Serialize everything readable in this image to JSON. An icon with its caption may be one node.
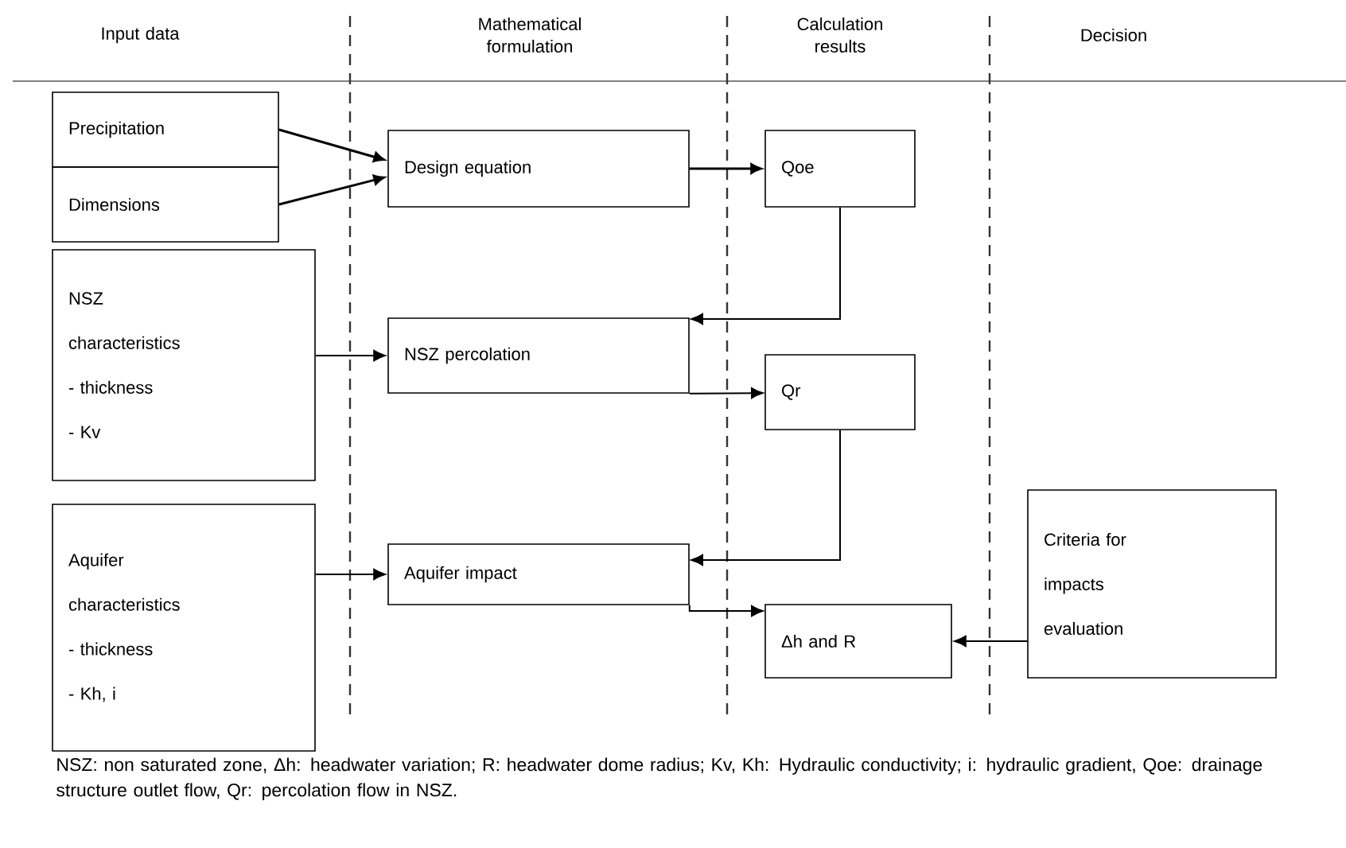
{
  "diagram": {
    "caption": "NSZ: non saturated zone, Δh: headwater variation; R: headwater dome radius; Kv, Kh: Hydraulic conductivity; i: hydraulic gradient, Qoe: drainage structure outlet flow, Qr: percolation flow in NSZ.",
    "nodes": [
      {
        "text": [
          "Precipitation"
        ]
      },
      {
        "text": [
          "Dimensions"
        ]
      },
      {
        "text": [
          "Design equation"
        ]
      },
      {
        "text": [
          "Qoe"
        ]
      },
      {
        "text": [
          "NSZ characteristics",
          "- thickness",
          "- Kv"
        ]
      },
      {
        "text": [
          "NSZ percolation"
        ]
      },
      {
        "text": [
          "Qr"
        ]
      },
      {
        "text": [
          "Aquifer characteristics",
          "- thickness",
          "- Kh, i"
        ]
      },
      {
        "text": [
          "Aquifer impact"
        ]
      },
      {
        "text": [
          "Δh and R"
        ]
      },
      {
        "text": [
          "Criteria for impacts evaluation"
        ]
      }
    ],
    "edges": [
      {
        "from": 0,
        "to": 2,
        "arrow": "to"
      },
      {
        "from": 1,
        "to": 2,
        "arrow": "to"
      },
      {
        "from": 2,
        "to": 3,
        "arrow": "to"
      },
      {
        "from": 3,
        "to": 5,
        "arrow": "to"
      },
      {
        "from": 4,
        "to": 5,
        "arrow": "to"
      },
      {
        "from": 5,
        "to": 6,
        "arrow": "to"
      },
      {
        "from": 6,
        "to": 8,
        "arrow": "to"
      },
      {
        "from": 7,
        "to": 8,
        "arrow": "to"
      },
      {
        "from": 8,
        "to": 9,
        "arrow": "to"
      },
      {
        "from": 10,
        "to": 9,
        "arrow": "to"
      }
    ],
    "labels": [
      "Input data",
      "Mathematical formulation",
      "Calculation results",
      "Decision"
    ]
  }
}
